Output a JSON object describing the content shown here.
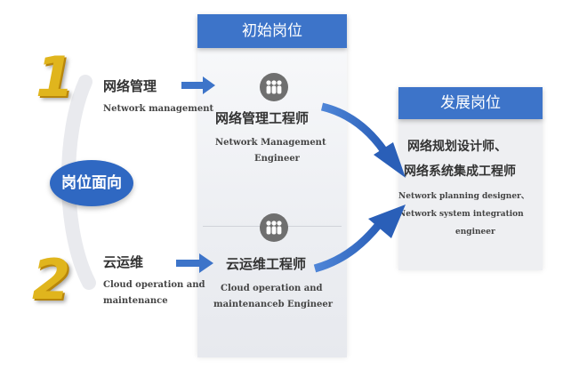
{
  "badge": "岗位面向",
  "numbers": [
    "1",
    "2"
  ],
  "initial_header": "初始岗位",
  "development_header": "发展岗位",
  "tracks": [
    {
      "name_cn": "网络管理",
      "name_en": "Network management",
      "role_cn": "网络管理工程师",
      "role_en": [
        "Network Management",
        "Engineer"
      ],
      "role_icon": "people-group-icon"
    },
    {
      "name_cn": "云运维",
      "name_en": [
        "Cloud operation and",
        "maintenance"
      ],
      "role_cn": "云运维工程师",
      "role_en": [
        "Cloud operation and",
        "maintenanceb Engineer"
      ],
      "role_icon": "people-group-icon"
    }
  ],
  "development": {
    "roles_cn": [
      "网络规划设计师、",
      "网络系统集成工程师"
    ],
    "roles_en": [
      "Network planning designer、",
      "Network system integration",
      "engineer"
    ]
  },
  "colors": {
    "accent_blue": "#3d74c9",
    "numeral_gold": "#e0b51d",
    "icon_gray": "#6f6f6f"
  }
}
